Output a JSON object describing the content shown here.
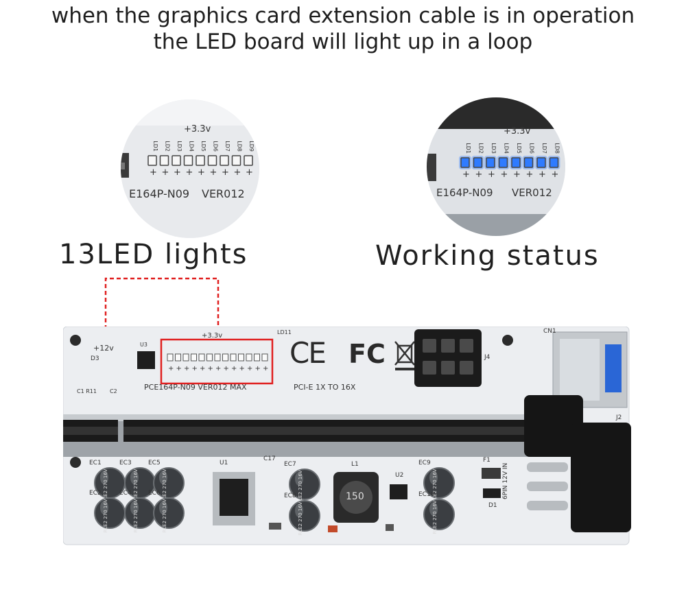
{
  "headline": {
    "line1": "when the graphics card extension cable is in operation",
    "line2": "the LED board will light up in a loop"
  },
  "captions": {
    "left": "13LED lights",
    "right": "Working status"
  },
  "zoom_left": {
    "voltage": "+3.3v",
    "model": "E164P-N09",
    "version": "VER012",
    "led_labels": [
      "LD1",
      "LD2",
      "LD3",
      "LD4",
      "LD5",
      "LD6",
      "LD7",
      "LD8",
      "LD9"
    ],
    "led_state": "off"
  },
  "zoom_right": {
    "voltage": "+3.3v",
    "model": "E164P-N09",
    "version": "VER012",
    "led_labels": [
      "LD1",
      "LD2",
      "LD3",
      "LD4",
      "LD5",
      "LD6",
      "LD7",
      "LD8"
    ],
    "led_state": "on",
    "led_color": "#2f7bff"
  },
  "board": {
    "v12": "+12v",
    "d3": "D3",
    "u3": "U3",
    "v33": "+3.3v",
    "model_line": "PCE164P-N09  VER012  MAX",
    "pcie": "PCI-E 1X TO 16X",
    "ce": "CE",
    "fc": "FC",
    "j4": "J4",
    "cn1": "CN1",
    "j2": "J2",
    "c1r11": "C1 R11",
    "c2": "C2",
    "u1": "U1",
    "c17": "C17",
    "l1": "L1",
    "u2": "U2",
    "f1": "F1",
    "d1": "D1",
    "inductor": "150",
    "sixpin": "6PIN 12V IN",
    "cap_labels": [
      "EC1",
      "EC3",
      "EC5",
      "EC2",
      "EC4",
      "EC6",
      "EC7",
      "EC8",
      "EC9",
      "EC10"
    ],
    "cap_text": "RLE2 270 16V",
    "ld11": "LD11"
  },
  "colors": {
    "highlight": "#e02020",
    "pcb": "#eef0f3",
    "slot": "#1a1a1a",
    "led_on": "#2f7bff"
  }
}
